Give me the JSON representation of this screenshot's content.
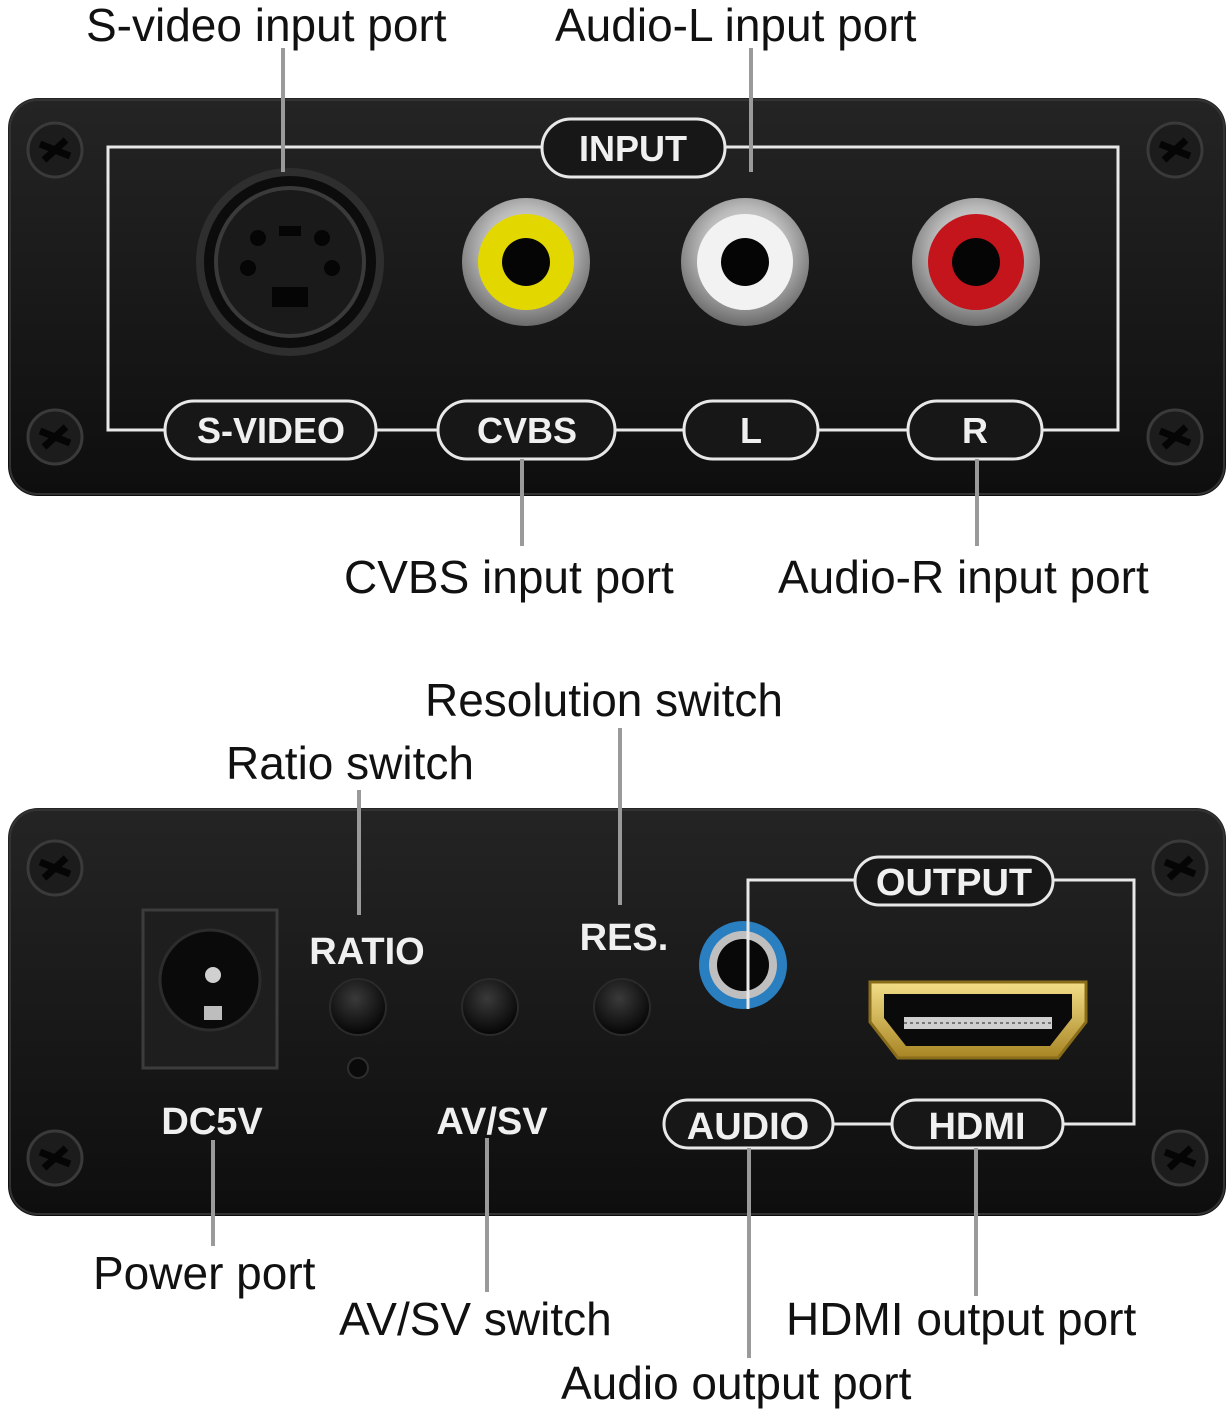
{
  "input_panel": {
    "section_label": "INPUT",
    "port_labels": {
      "svideo": "S-VIDEO",
      "cvbs": "CVBS",
      "left": "L",
      "right": "R"
    },
    "callouts": {
      "svideo": "S-video input port",
      "audio_l": "Audio-L input port",
      "cvbs": "CVBS input port",
      "audio_r": "Audio-R input port"
    }
  },
  "output_panel": {
    "section_label": "OUTPUT",
    "panel_labels": {
      "ratio": "RATIO",
      "res": "RES.",
      "dc5v": "DC5V",
      "avsv": "AV/SV",
      "audio": "AUDIO",
      "hdmi": "HDMI"
    },
    "callouts": {
      "resolution": "Resolution switch",
      "ratio": "Ratio switch",
      "power": "Power port",
      "avsv": "AV/SV switch",
      "hdmi": "HDMI output port",
      "audio": "Audio output port"
    }
  },
  "colors": {
    "device_body": "#171717",
    "panel_lines": "#e8e8e8",
    "cvbs_ring": "#e2d800",
    "audio_l_ring": "#f2f2f2",
    "audio_r_ring": "#c4141c",
    "audio_out_ring": "#2a7fc0",
    "hdmi_port": "#d6b648",
    "leader_line": "#9a9a9a"
  }
}
